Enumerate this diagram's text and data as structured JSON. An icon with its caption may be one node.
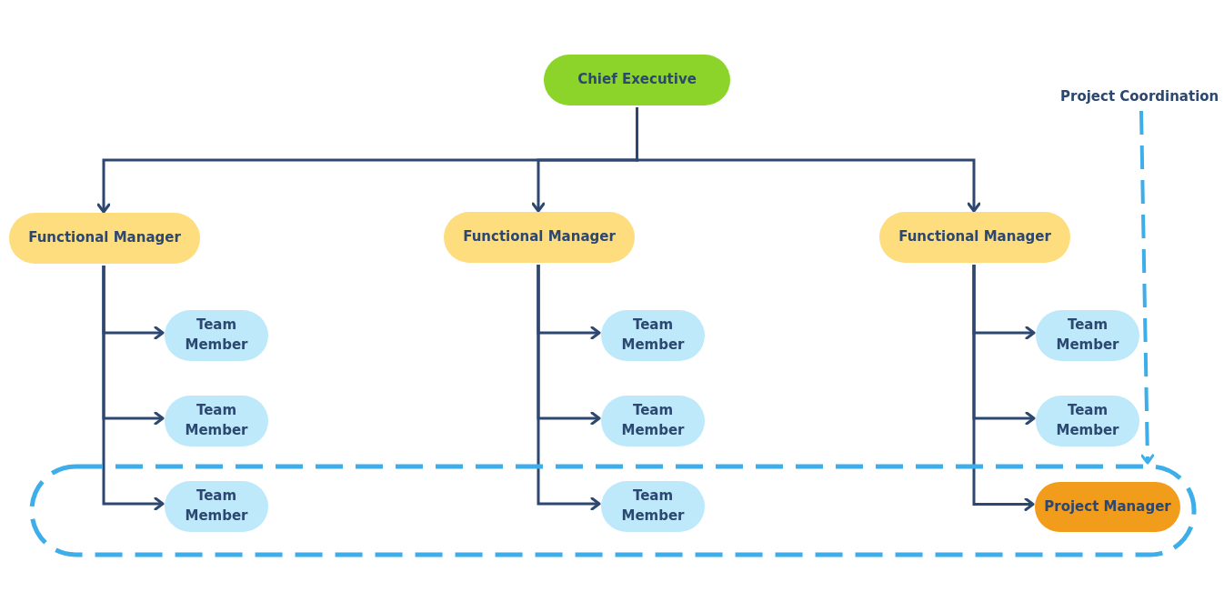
{
  "diagram": {
    "nodes": [
      {
        "text": [
          "Chief Executive"
        ]
      },
      {
        "text": [
          "Project Coordination"
        ]
      },
      {
        "text": [
          "Functional Manager"
        ]
      },
      {
        "text": [
          "Functional Manager"
        ]
      },
      {
        "text": [
          "Functional Manager"
        ]
      },
      {
        "text": [
          "Team Member"
        ]
      },
      {
        "text": [
          "Team Member"
        ]
      },
      {
        "text": [
          "Team Member"
        ]
      },
      {
        "text": [
          "Team Member"
        ]
      },
      {
        "text": [
          "Team Member"
        ]
      },
      {
        "text": [
          "Team Member"
        ]
      },
      {
        "text": [],
        "shape": "box"
      },
      {
        "text": [
          "Team Member"
        ],
        "in": 11
      },
      {
        "text": [
          "Team Member"
        ],
        "in": 11
      },
      {
        "text": [
          "Project Manager"
        ],
        "in": 11
      }
    ],
    "edges": [
      {
        "from": 0,
        "to": 2,
        "arrow": "to"
      },
      {
        "from": 0,
        "to": 3,
        "arrow": "to"
      },
      {
        "from": 0,
        "to": 4,
        "arrow": "to"
      },
      {
        "from": 2,
        "to": 5,
        "arrow": "to"
      },
      {
        "from": 2,
        "to": 6,
        "arrow": "to"
      },
      {
        "from": 2,
        "to": 12,
        "arrow": "to"
      },
      {
        "from": 3,
        "to": 7,
        "arrow": "to"
      },
      {
        "from": 3,
        "to": 8,
        "arrow": "to"
      },
      {
        "from": 3,
        "to": 13,
        "arrow": "to"
      },
      {
        "from": 4,
        "to": 9,
        "arrow": "to"
      },
      {
        "from": 4,
        "to": 10,
        "arrow": "to"
      },
      {
        "from": 4,
        "to": 14,
        "arrow": "to"
      },
      {
        "from": 1,
        "to": 11,
        "arrow": "to",
        "style": "dashed",
        "color": "#3daee9"
      }
    ]
  }
}
